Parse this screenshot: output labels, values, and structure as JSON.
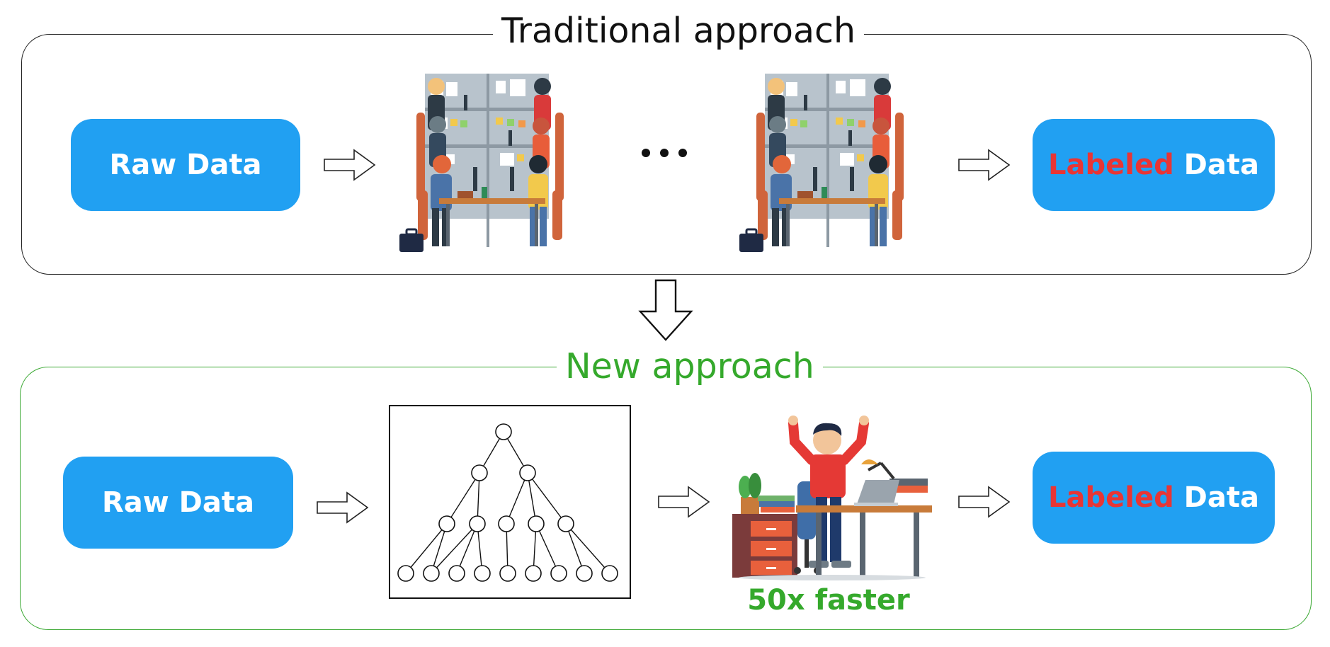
{
  "traditional": {
    "title": "Traditional approach",
    "input_label": "Raw Data",
    "ellipsis": "...",
    "output_label_highlight": "Labeled",
    "output_label_rest": " Data"
  },
  "new": {
    "title": "New approach",
    "input_label": "Raw Data",
    "output_label_highlight": "Labeled",
    "output_label_rest": " Data",
    "speedup": "50x faster"
  },
  "colors": {
    "pill": "#21a0f2",
    "highlight_text": "#e83535",
    "new_accent": "#35a92c",
    "traditional_border": "#222222"
  },
  "icons": {
    "labeling_team": "office-workers-illustration",
    "tree": "hierarchy-tree-diagram",
    "happy_worker": "happy-worker-at-desk-illustration"
  }
}
